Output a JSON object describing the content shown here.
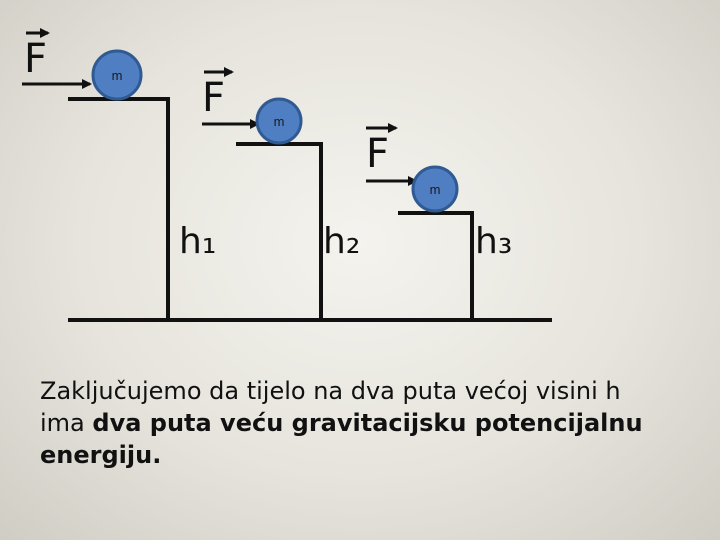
{
  "diagram": {
    "force_label": "F",
    "mass_label": "m",
    "heights": [
      "h₁",
      "h₂",
      "h₃"
    ]
  },
  "caption": {
    "line1": "Zaključujemo da tijelo na dva puta većoj visini h",
    "line2_plain": "ima ",
    "line2_bold": "dva puta veću gravitacijsku potencijalnu",
    "line3_bold": "energiju."
  },
  "colors": {
    "ball_fill": "#4f7fc2",
    "ball_stroke": "#2f5a92",
    "line": "#111111"
  }
}
